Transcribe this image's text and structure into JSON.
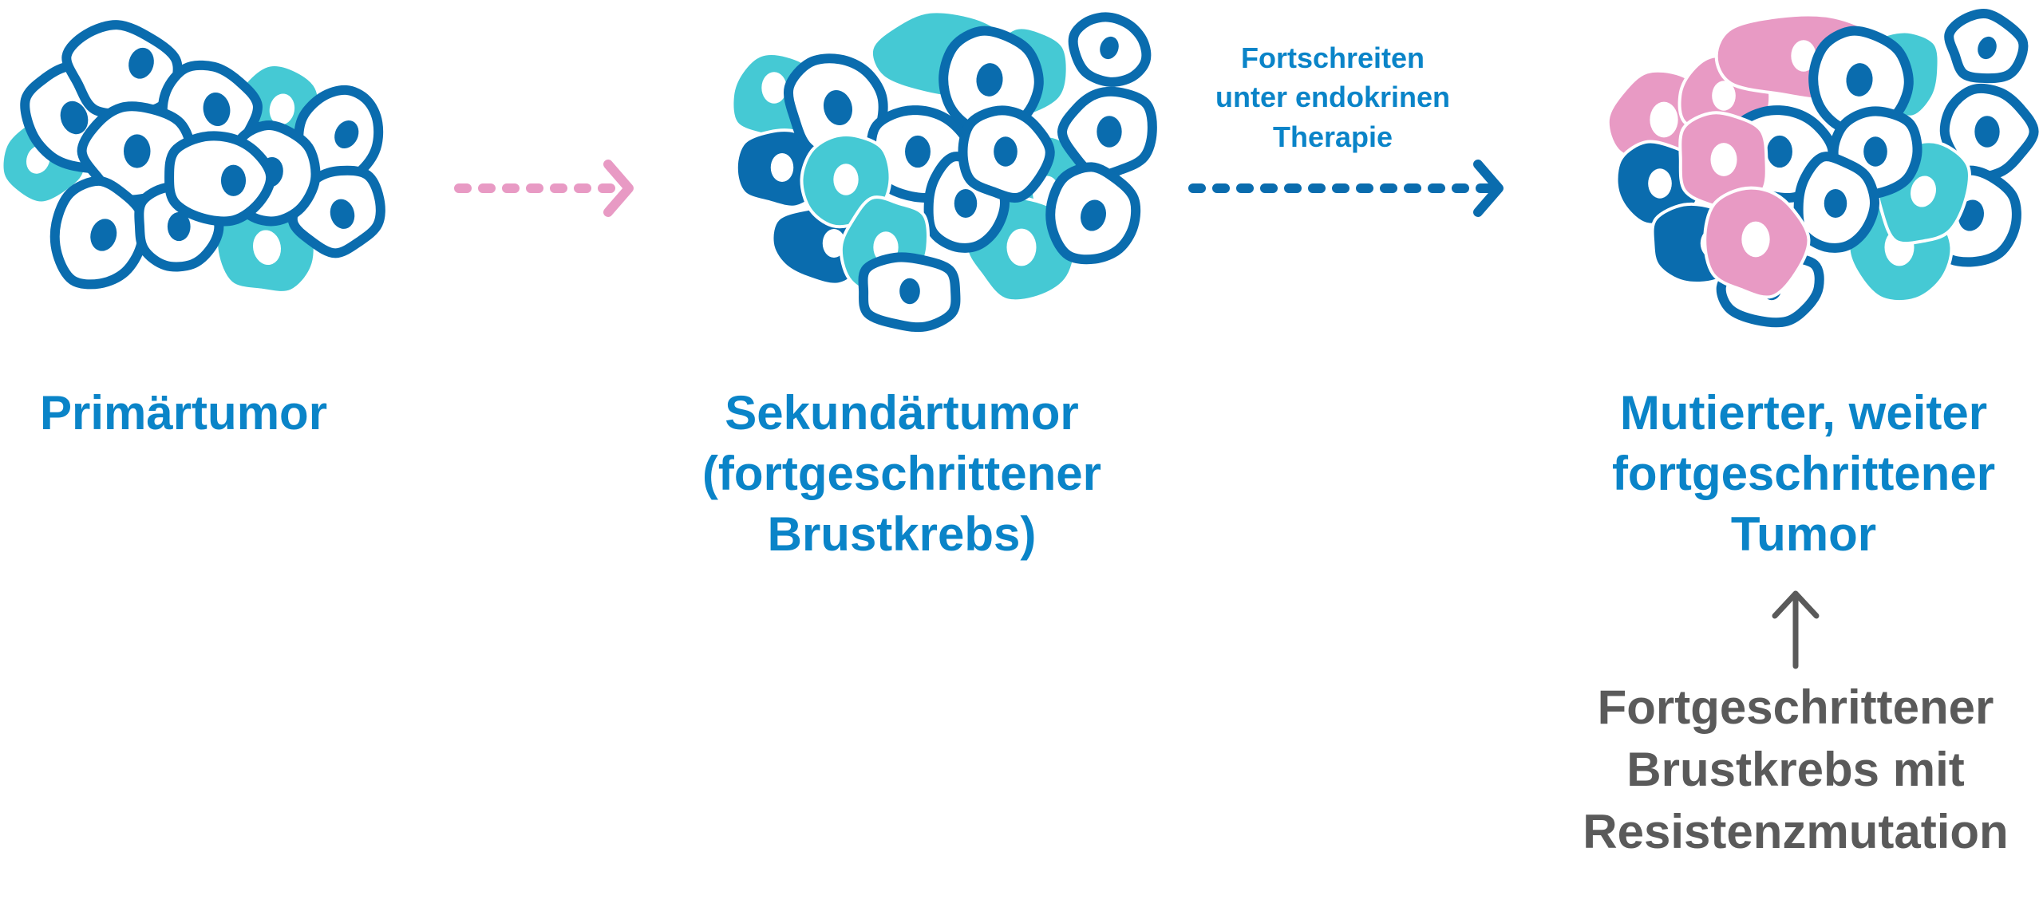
{
  "colors": {
    "primary_blue": "#0a6cae",
    "label_blue": "#0a84c8",
    "cyan": "#45c9d4",
    "pink": "#e89ac4",
    "gray": "#5a5a5a",
    "white": "#ffffff"
  },
  "stages": [
    {
      "id": "primary-tumor",
      "title_lines": [
        "Primärtumor"
      ]
    },
    {
      "id": "secondary-tumor",
      "title_lines": [
        "Sekundärtumor",
        "(fortgeschrittener",
        "Brustkrebs)"
      ]
    },
    {
      "id": "mutated-tumor",
      "title_lines": [
        "Mutierter, weiter",
        "fortgeschrittener",
        "Tumor"
      ]
    }
  ],
  "arrows": [
    {
      "id": "arrow-1",
      "style": "dotted",
      "color": "pink",
      "label_lines": []
    },
    {
      "id": "arrow-2",
      "style": "dotted",
      "color": "blue",
      "label_lines": [
        "Fortschreiten",
        "unter endokrinen",
        "Therapie"
      ]
    }
  ],
  "annotation": {
    "text_lines": [
      "Fortgeschrittener",
      "Brustkrebs mit",
      "Resistenzmutation"
    ],
    "arrow_icon": "arrow-up-icon"
  }
}
